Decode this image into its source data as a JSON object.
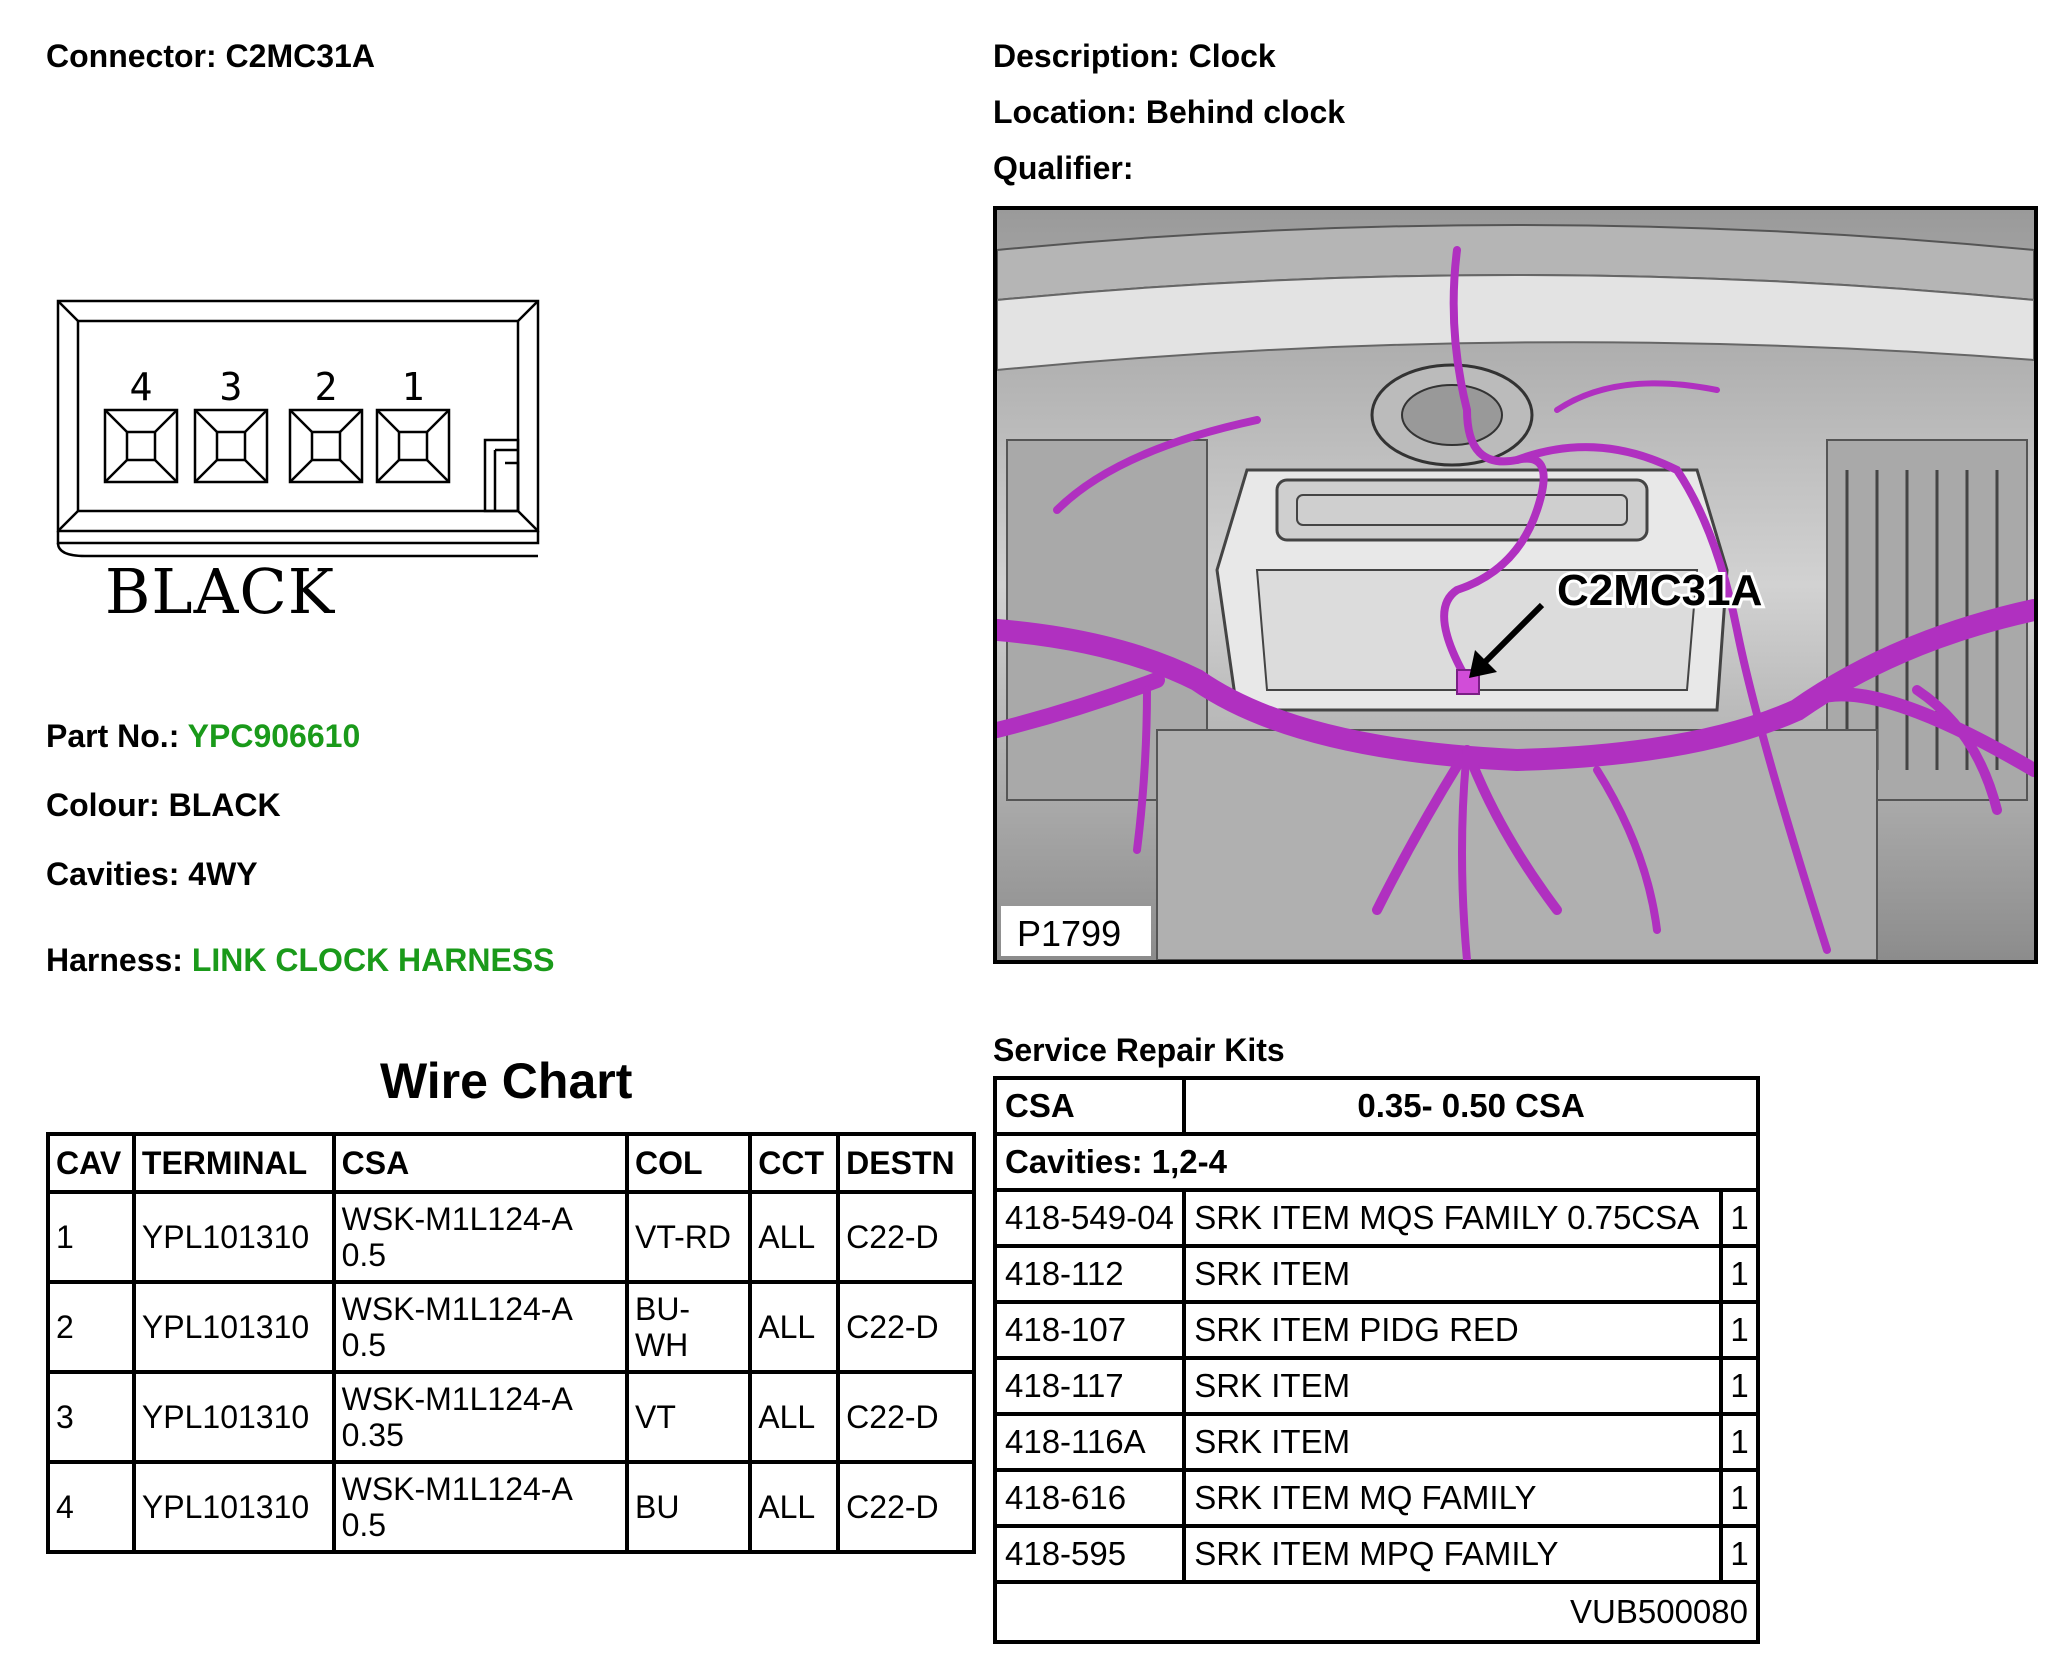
{
  "connector": {
    "label": "Connector:",
    "value": "C2MC31A"
  },
  "description": {
    "label": "Description:",
    "value": "Clock"
  },
  "location": {
    "label": "Location:",
    "value": "Behind clock"
  },
  "qualifier": {
    "label": "Qualifier:",
    "value": ""
  },
  "connector_drawing": {
    "pins": [
      "4",
      "3",
      "2",
      "1"
    ],
    "color_word": "BLACK"
  },
  "part_no": {
    "label": "Part No.:",
    "value": "YPC906610"
  },
  "colour": {
    "label": "Colour:",
    "value": "BLACK"
  },
  "cavities": {
    "label": "Cavities:",
    "value": "4WY"
  },
  "harness": {
    "label": "Harness:",
    "value": "LINK CLOCK HARNESS"
  },
  "photo": {
    "callout": "C2MC31A",
    "ref": "P1799"
  },
  "wire_chart": {
    "title": "Wire Chart",
    "headers": [
      "CAV",
      "TERMINAL",
      "CSA",
      "COL",
      "CCT",
      "DESTN"
    ],
    "rows": [
      {
        "cav": "1",
        "terminal": "YPL101310",
        "csa1": "WSK-M1L124-A",
        "csa2": "0.5",
        "col1": "VT-RD",
        "col2": "",
        "cct": "ALL",
        "destn": "C22-D"
      },
      {
        "cav": "2",
        "terminal": "YPL101310",
        "csa1": "WSK-M1L124-A",
        "csa2": "0.5",
        "col1": "BU-",
        "col2": "WH",
        "cct": "ALL",
        "destn": "C22-D"
      },
      {
        "cav": "3",
        "terminal": "YPL101310",
        "csa1": "WSK-M1L124-A",
        "csa2": "0.35",
        "col1": "VT",
        "col2": "",
        "cct": "ALL",
        "destn": "C22-D"
      },
      {
        "cav": "4",
        "terminal": "YPL101310",
        "csa1": "WSK-M1L124-A",
        "csa2": "0.5",
        "col1": "BU",
        "col2": "",
        "cct": "ALL",
        "destn": "C22-D"
      }
    ]
  },
  "service_repair_kits": {
    "title": "Service Repair Kits",
    "csa_label": "CSA",
    "csa_value": "0.35- 0.50 CSA",
    "cavities": "Cavities: 1,2-4",
    "items": [
      {
        "code": "418-549-04",
        "name": "SRK ITEM MQS FAMILY 0.75CSA",
        "qty": "1"
      },
      {
        "code": "418-112",
        "name": "SRK ITEM",
        "qty": "1"
      },
      {
        "code": "418-107",
        "name": "SRK ITEM PIDG RED",
        "qty": "1"
      },
      {
        "code": "418-117",
        "name": "SRK ITEM",
        "qty": "1"
      },
      {
        "code": "418-116A",
        "name": "SRK ITEM",
        "qty": "1"
      },
      {
        "code": "418-616",
        "name": "SRK ITEM MQ FAMILY",
        "qty": "1"
      },
      {
        "code": "418-595",
        "name": "SRK ITEM MPQ FAMILY",
        "qty": "1"
      }
    ],
    "footer": "VUB500080"
  },
  "colors": {
    "link_green": "#1a9a1a",
    "harness_magenta": "#b030c0"
  }
}
